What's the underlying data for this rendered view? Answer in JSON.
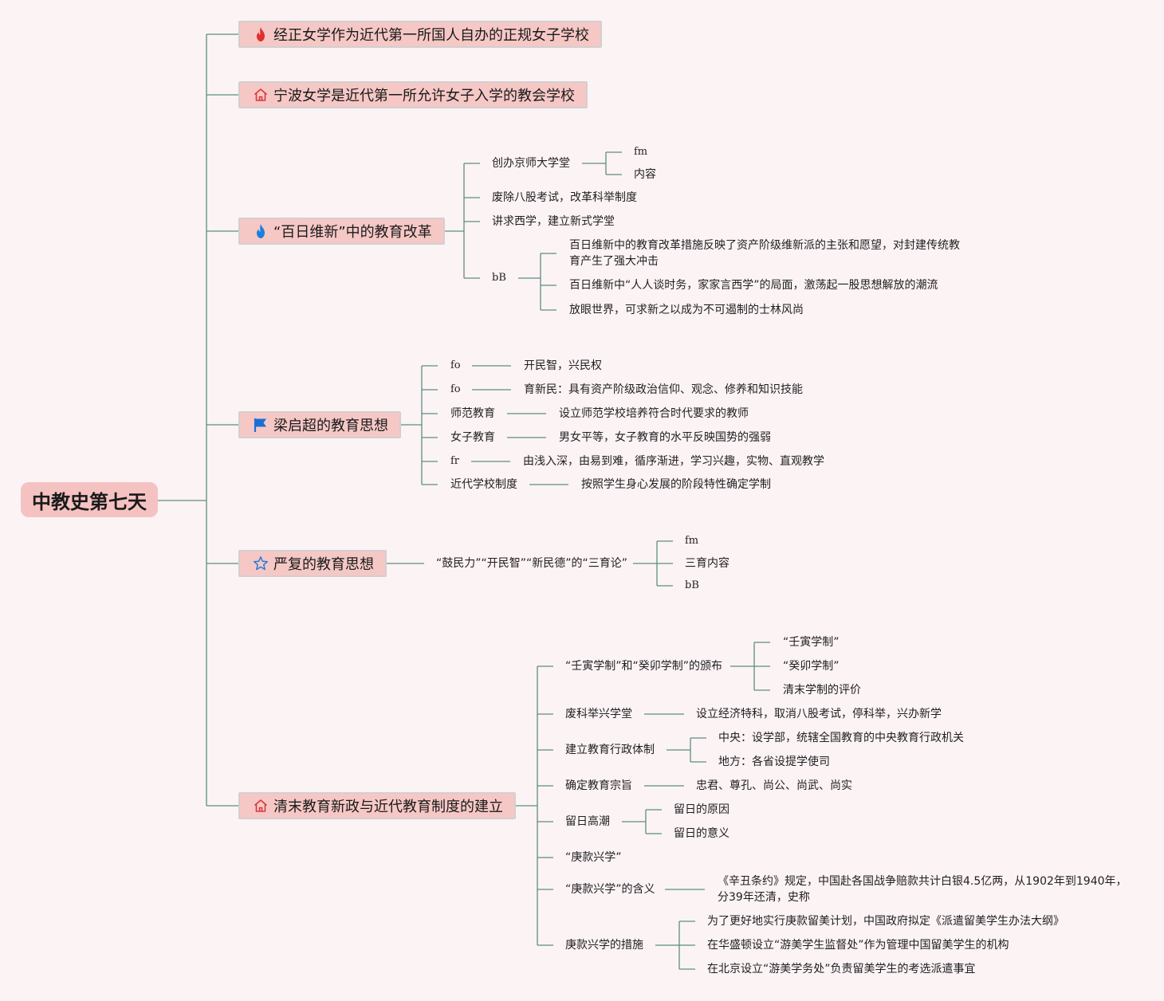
{
  "root": "中教史第七天",
  "topics": [
    {
      "label": "经正女学作为近代第一所国人自办的正规女子学校",
      "icon": "fire-icon"
    },
    {
      "label": "宁波女学是近代第一所允许女子入学的教会学校",
      "icon": "home-icon"
    },
    {
      "label": "“百日维新”中的教育改革",
      "icon": "flame-blue-icon",
      "items": [
        {
          "label": "创办京师大学堂",
          "children": [
            "fm",
            "内容"
          ]
        },
        {
          "label": "废除八股考试，改革科举制度"
        },
        {
          "label": "讲求西学，建立新式学堂"
        },
        {
          "label": "bB",
          "children": [
            "百日维新中的教育改革措施反映了资产阶级维新派的主张和愿望，对封建传统教",
            "育产生了强大冲击",
            "百日维新中“人人谈时务，家家言西学”的局面，激荡起一股思想解放的潮流",
            "放眼世界，可求新之以成为不可遏制的士林风尚"
          ]
        }
      ]
    },
    {
      "label": "梁启超的教育思想",
      "icon": "flag-icon",
      "items": [
        {
          "label": "fo",
          "detail": "开民智，兴民权"
        },
        {
          "label": "fo",
          "detail": "育新民：具有资产阶级政治信仰、观念、修养和知识技能"
        },
        {
          "label": "师范教育",
          "detail": "设立师范学校培养符合时代要求的教师"
        },
        {
          "label": "女子教育",
          "detail": "男女平等，女子教育的水平反映国势的强弱"
        },
        {
          "label": "fr",
          "detail": "由浅入深，由易到难，循序渐进，学习兴趣，实物、直观教学"
        },
        {
          "label": "近代学校制度",
          "detail": "按照学生身心发展的阶段特性确定学制"
        }
      ]
    },
    {
      "label": "严复的教育思想",
      "icon": "star-icon",
      "items": [
        {
          "label": "“鼓民力”“开民智”“新民德”的“三育论”",
          "children": [
            "fm",
            "三育内容",
            "bB"
          ]
        }
      ]
    },
    {
      "label": "清末教育新政与近代教育制度的建立",
      "icon": "home-icon",
      "items": [
        {
          "label": "“壬寅学制”和“癸卯学制”的颁布",
          "children": [
            "“壬寅学制”",
            "“癸卯学制”",
            "清末学制的评价"
          ]
        },
        {
          "label": "废科举兴学堂",
          "children": [
            "设立经济特科，取消八股考试，停科举，兴办新学"
          ]
        },
        {
          "label": "建立教育行政体制",
          "children": [
            "中央：设学部，统辖全国教育的中央教育行政机关",
            "地方：各省设提学使司"
          ]
        },
        {
          "label": "确定教育宗旨",
          "children": [
            "忠君、尊孔、尚公、尚武、尚实"
          ]
        },
        {
          "label": "留日高潮",
          "children": [
            "留日的原因",
            "留日的意义"
          ]
        },
        {
          "label": "“庚款兴学”"
        },
        {
          "label": "“庚款兴学”的含义",
          "children": [
            "《辛丑条约》规定，中国赴各国战争赔款共计白银4.5亿两，从1902年到1940年，",
            "分39年还清，史称"
          ]
        },
        {
          "label": "庚款兴学的措施",
          "children": [
            "为了更好地实行庚款留美计划，中国政府拟定《派遣留美学生办法大纲》",
            "在华盛顿设立“游美学生监督处”作为管理中国留美学生的机构",
            "在北京设立“游美学务处”负责留美学生的考选派遣事宜"
          ]
        }
      ]
    }
  ],
  "colors": {
    "line": "#5b8f80",
    "topic_fill": "#f5c8c6",
    "root_fill": "#f5c2c2",
    "background": "#fcf3f5"
  }
}
